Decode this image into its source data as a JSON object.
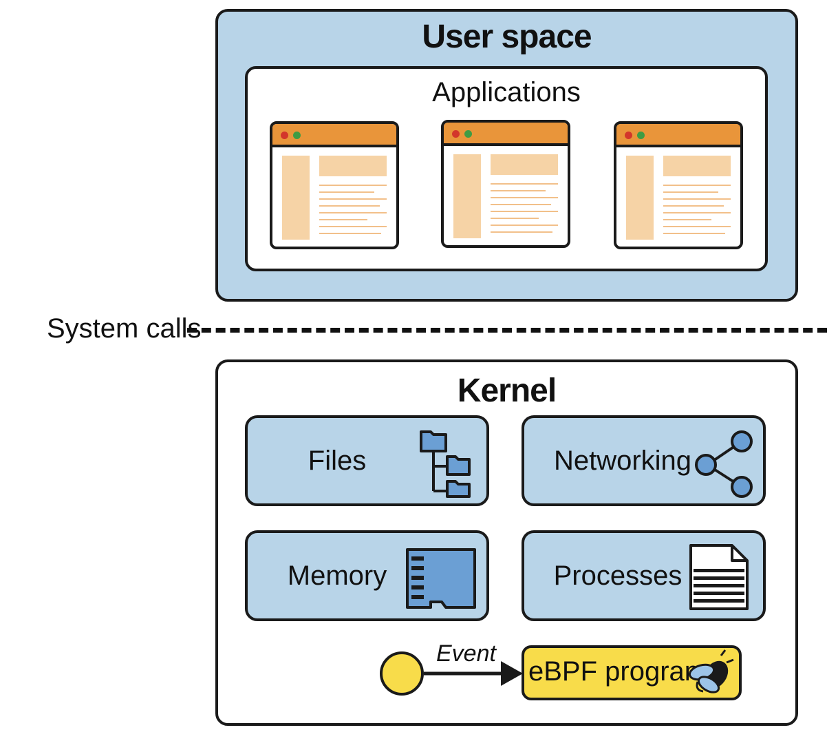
{
  "user_space": {
    "title": "User space",
    "applications_label": "Applications",
    "app_window_count": 3
  },
  "system_calls_label": "System calls",
  "kernel": {
    "title": "Kernel",
    "subsystems": {
      "files": "Files",
      "networking": "Networking",
      "memory": "Memory",
      "processes": "Processes"
    },
    "event_label": "Event",
    "ebpf_label": "eBPF program"
  },
  "colors": {
    "panel_blue": "#b8d4e8",
    "icon_blue": "#6b9fd4",
    "window_bar": "#e9953a",
    "window_fill": "#f6d3a6",
    "ebpf_yellow": "#f8dc4a"
  }
}
